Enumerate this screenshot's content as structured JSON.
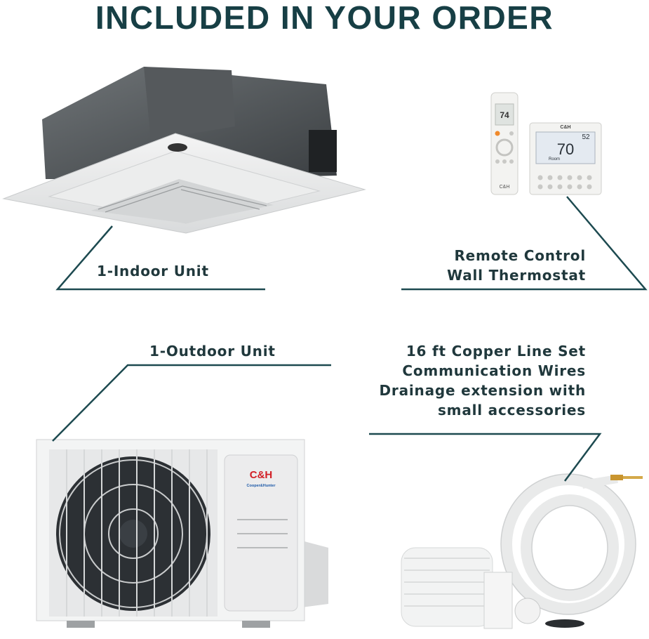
{
  "heading": "INCLUDED IN YOUR ORDER",
  "items": {
    "indoor_unit": {
      "label": "1-Indoor Unit"
    },
    "remote_thermostat": {
      "lines": [
        "Remote Control",
        "Wall Thermostat"
      ],
      "remote_display": "74",
      "thermostat_display": "70",
      "thermostat_small": "52",
      "thermostat_mode": "Room",
      "brand": "C&H"
    },
    "outdoor_unit": {
      "label": "1-Outdoor Unit",
      "logo": "C&H",
      "logo_sub": "Cooper&Hunter"
    },
    "lineset": {
      "lines": [
        "16 ft Copper Line Set",
        "Communication Wires",
        "Drainage extension with",
        "small accessories"
      ]
    }
  },
  "colors": {
    "heading": "#173f45",
    "lines": "#1d4a50",
    "text": "#20383c",
    "brand_red": "#d22027",
    "brand_blue": "#1e5aa8"
  }
}
